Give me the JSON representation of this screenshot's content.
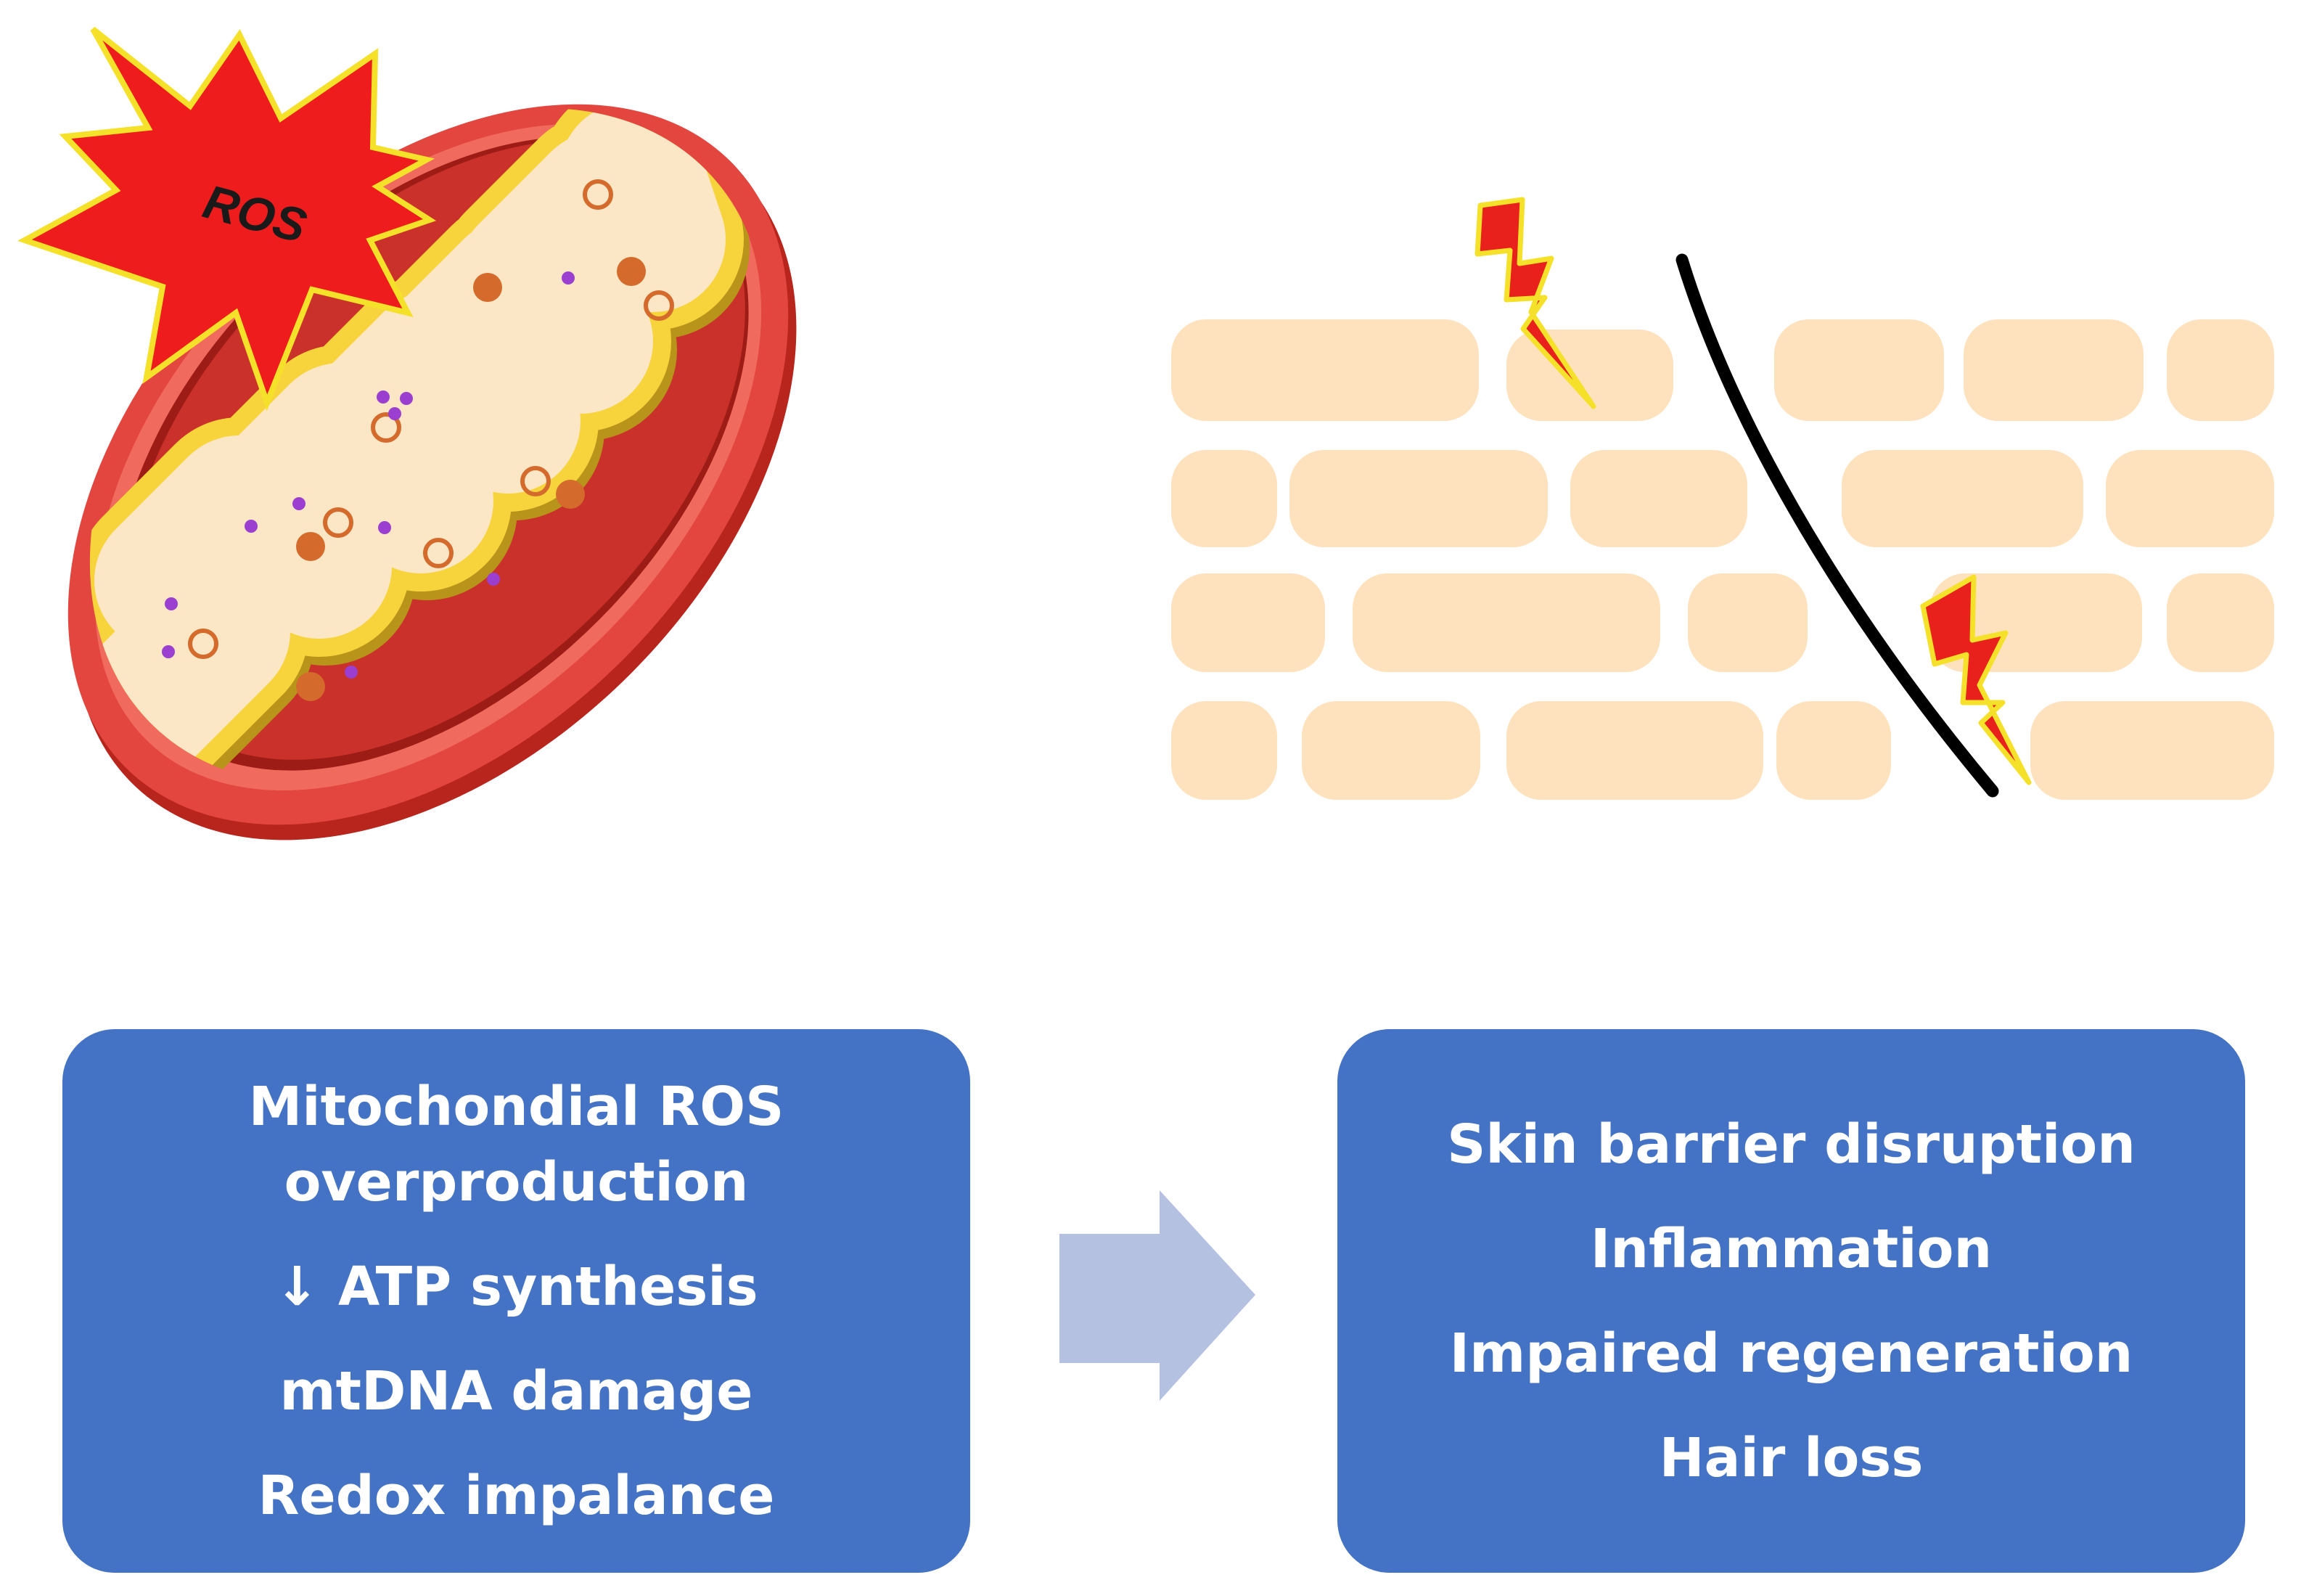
{
  "mitochondrion": {
    "burst_label": "ROS"
  },
  "left_box": {
    "title_lines": [
      "Mitochondial ROS",
      "overproduction"
    ],
    "items": [
      "↓ ATP synthesis",
      "mtDNA damage",
      "Redox impalance"
    ]
  },
  "right_box": {
    "items": [
      "Skin barrier disruption",
      "Inflammation",
      "Impaired regeneration",
      "Hair loss"
    ]
  },
  "colors": {
    "box_fill": "#4472c4",
    "arrow_fill": "#b4c1e1",
    "outer_membrane": "#e3463e",
    "inner_membrane": "#f7d43c",
    "matrix": "#fbe6c5",
    "burst": "#ee1c1c",
    "brick": "#fde2bd",
    "lightning": "#e8211d"
  },
  "icons": [
    "ros-burst-icon",
    "mitochondrion-icon",
    "skin-brick-wall-icon",
    "lightning-bolt-icon",
    "crack-line-icon",
    "right-arrow-icon"
  ]
}
